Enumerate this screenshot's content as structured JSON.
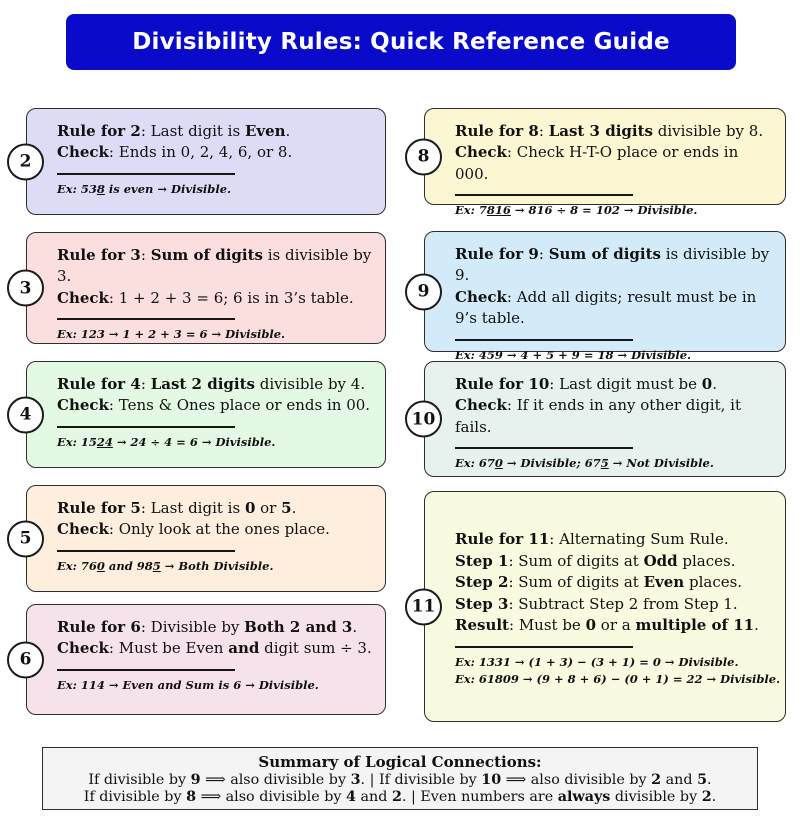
{
  "header": {
    "title": "Divisibility Rules: Quick Reference Guide",
    "bg_color": "#0a0acb",
    "text_color": "#ffffff"
  },
  "cards": [
    {
      "number": "2",
      "bg": "#dcdcf7",
      "body_html": "<b>Rule for 2</b>: Last digit is <b>Even</b>.<br><b>Check</b>: Ends in 0, 2, 4, 6, or 8.",
      "examples_html": [
        "Ex: 53<u>8</u> is even → Divisible."
      ]
    },
    {
      "number": "3",
      "bg": "#fbdede",
      "body_html": "<b>Rule for 3</b>: <b>Sum of digits</b> is divisible by 3.<br><b>Check</b>: 1 + 2 + 3 = 6; 6 is in 3’s table.",
      "examples_html": [
        "Ex: 123 → 1 + 2 + 3 = 6 → Divisible."
      ]
    },
    {
      "number": "4",
      "bg": "#e4f9e4",
      "body_html": "<b>Rule for 4</b>: <b>Last 2 digits</b> divisible by 4.<br><b>Check</b>: Tens &amp; Ones place or ends in 00.",
      "examples_html": [
        "Ex: 15<u>24</u> → 24 ÷ 4 = 6 → Divisible."
      ]
    },
    {
      "number": "5",
      "bg": "#fdeedd",
      "body_html": "<b>Rule for 5</b>: Last digit is <b>0</b> or <b>5</b>.<br><b>Check</b>: Only look at the ones place.",
      "examples_html": [
        "Ex: 76<u>0</u> and 98<u>5</u> → Both Divisible."
      ]
    },
    {
      "number": "6",
      "bg": "#f6e2ea",
      "body_html": "<b>Rule for 6</b>: Divisible by <b>Both 2 and 3</b>.<br><b>Check</b>: Must be Even <b>and</b> digit sum ÷ 3.",
      "examples_html": [
        "Ex: 114 → Even and Sum is 6 → Divisible."
      ]
    },
    {
      "number": "8",
      "bg": "#fcf7d3",
      "body_html": "<b>Rule for 8</b>: <b>Last 3 digits</b> divisible by 8.<br><b>Check</b>: Check H-T-O place or ends in 000.",
      "examples_html": [
        "Ex: 7<u>816</u> → 816 ÷ 8 = 102 → Divisible."
      ]
    },
    {
      "number": "9",
      "bg": "#d3ebf8",
      "body_html": "<b>Rule for 9</b>: <b>Sum of digits</b> is divisible by 9.<br><b>Check</b>: Add all digits; result must be in 9’s table.",
      "examples_html": [
        "Ex: 459 → 4 + 5 + 9 = 18 → Divisible."
      ]
    },
    {
      "number": "10",
      "bg": "#e7f2ef",
      "body_html": "<b>Rule for 10</b>: Last digit must be <b>0</b>.<br><b>Check</b>: If it ends in any other digit, it fails.",
      "examples_html": [
        "Ex: 67<u>0</u> → Divisible; 67<u>5</u> → Not Divisible."
      ]
    },
    {
      "number": "11",
      "bg": "#f8fbe0",
      "body_html": "<b>Rule for 11</b>: Alternating Sum Rule.<br><b>Step 1</b>: Sum of digits at <b>Odd</b> places.<br><b>Step 2</b>: Sum of digits at <b>Even</b> places.<br><b>Step 3</b>: Subtract Step 2 from Step 1.<br><b>Result</b>: Must be <b>0</b> or a <b>multiple of 11</b>.",
      "examples_html": [
        "Ex: 1331 → (1 + 3) − (3 + 1) = 0 → Divisible.",
        "Ex: 61809 → (9 + 8 + 6) − (0 + 1) = 22 → Divisible."
      ]
    }
  ],
  "summary": {
    "title": "Summary of Logical Connections:",
    "lines_html": [
      "If divisible by <b>9</b> ⟹ also divisible by <b>3</b>. | If divisible by <b>10</b> ⟹ also divisible by <b>2</b> and <b>5</b>.",
      "If divisible by <b>8</b> ⟹ also divisible by <b>4</b> and <b>2</b>. | Even numbers are <b>always</b> divisible by <b>2</b>."
    ]
  }
}
